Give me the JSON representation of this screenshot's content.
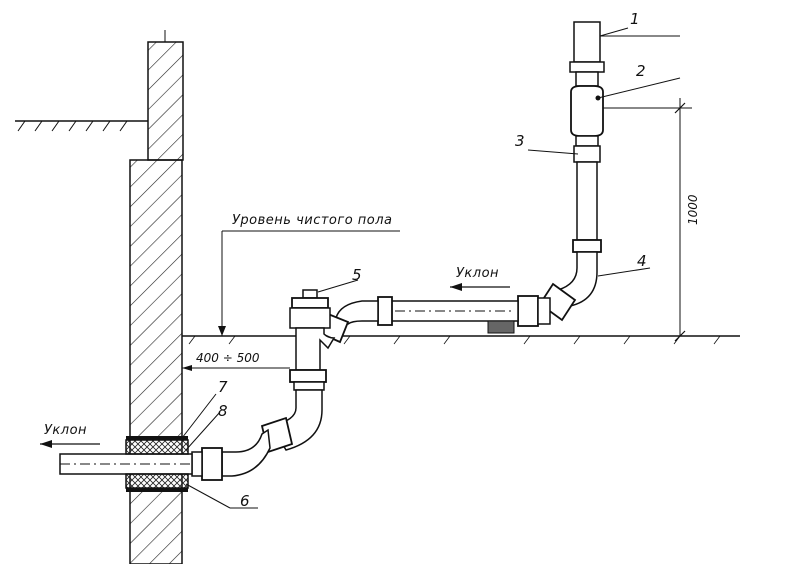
{
  "callouts": [
    "1",
    "2",
    "3",
    "4",
    "5",
    "6",
    "7",
    "8"
  ],
  "floor_level_label": "Уровень чистого пола",
  "slope_label_upper": "Уклон",
  "slope_label_lower": "Уклон",
  "depth_range_label": "400 ÷ 500",
  "height_dimension": "1000"
}
